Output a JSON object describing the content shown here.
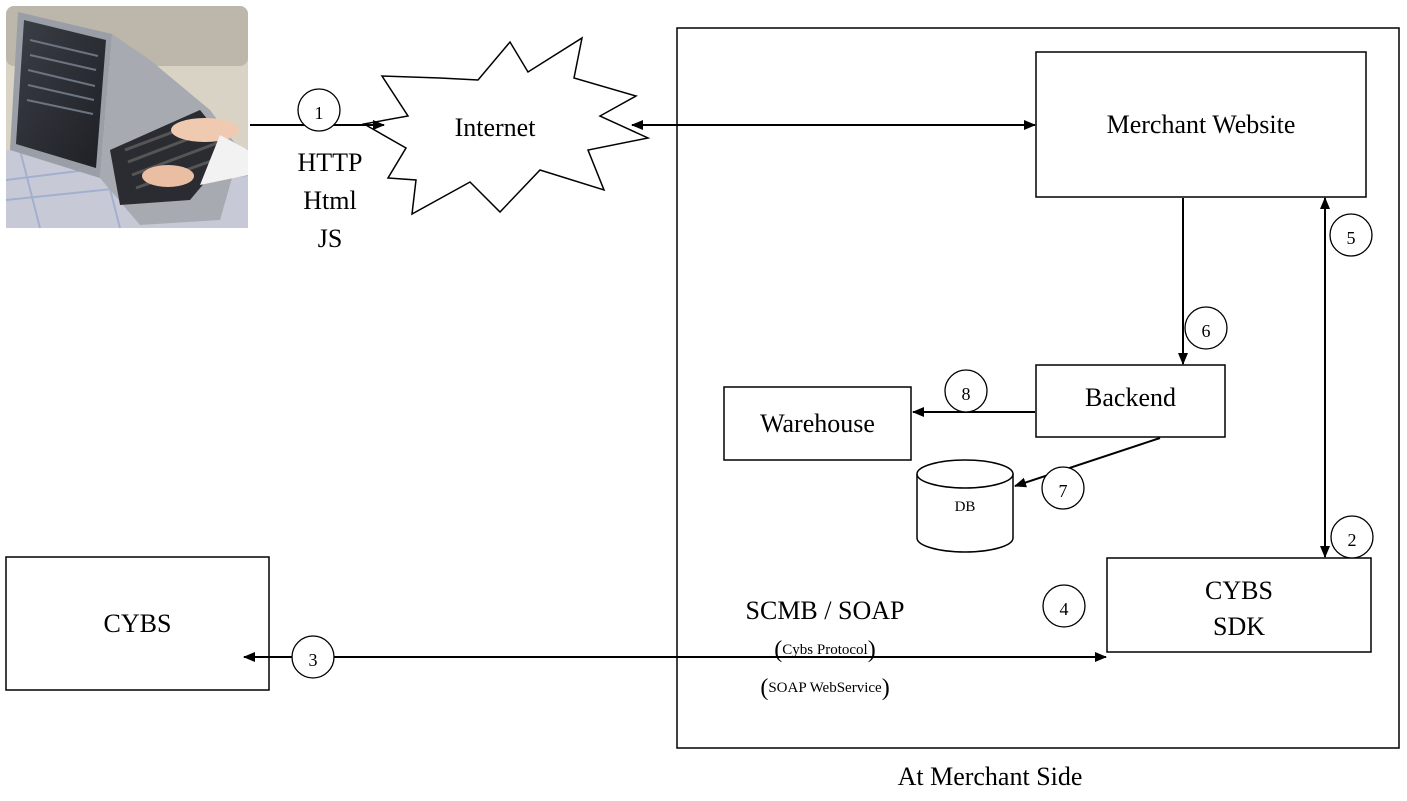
{
  "nodes": {
    "laptop_image": "laptop-with-hands-typing",
    "internet": "Internet",
    "merchant_website": "Merchant Website",
    "backend": "Backend",
    "warehouse": "Warehouse",
    "db": "DB",
    "cybs_sdk_line1": "CYBS",
    "cybs_sdk_line2": "SDK",
    "cybs": "CYBS",
    "merchant_side": "At Merchant Side"
  },
  "protocols": {
    "http": "HTTP",
    "html": "Html",
    "js": "JS",
    "scmb_soap": "SCMB / SOAP",
    "cybs_protocol": "Cybs Protocol",
    "soap_webservice": "SOAP WebService",
    "paren_open": "(",
    "paren_close": ")"
  },
  "steps": [
    "1",
    "2",
    "3",
    "4",
    "5",
    "6",
    "7",
    "8"
  ]
}
